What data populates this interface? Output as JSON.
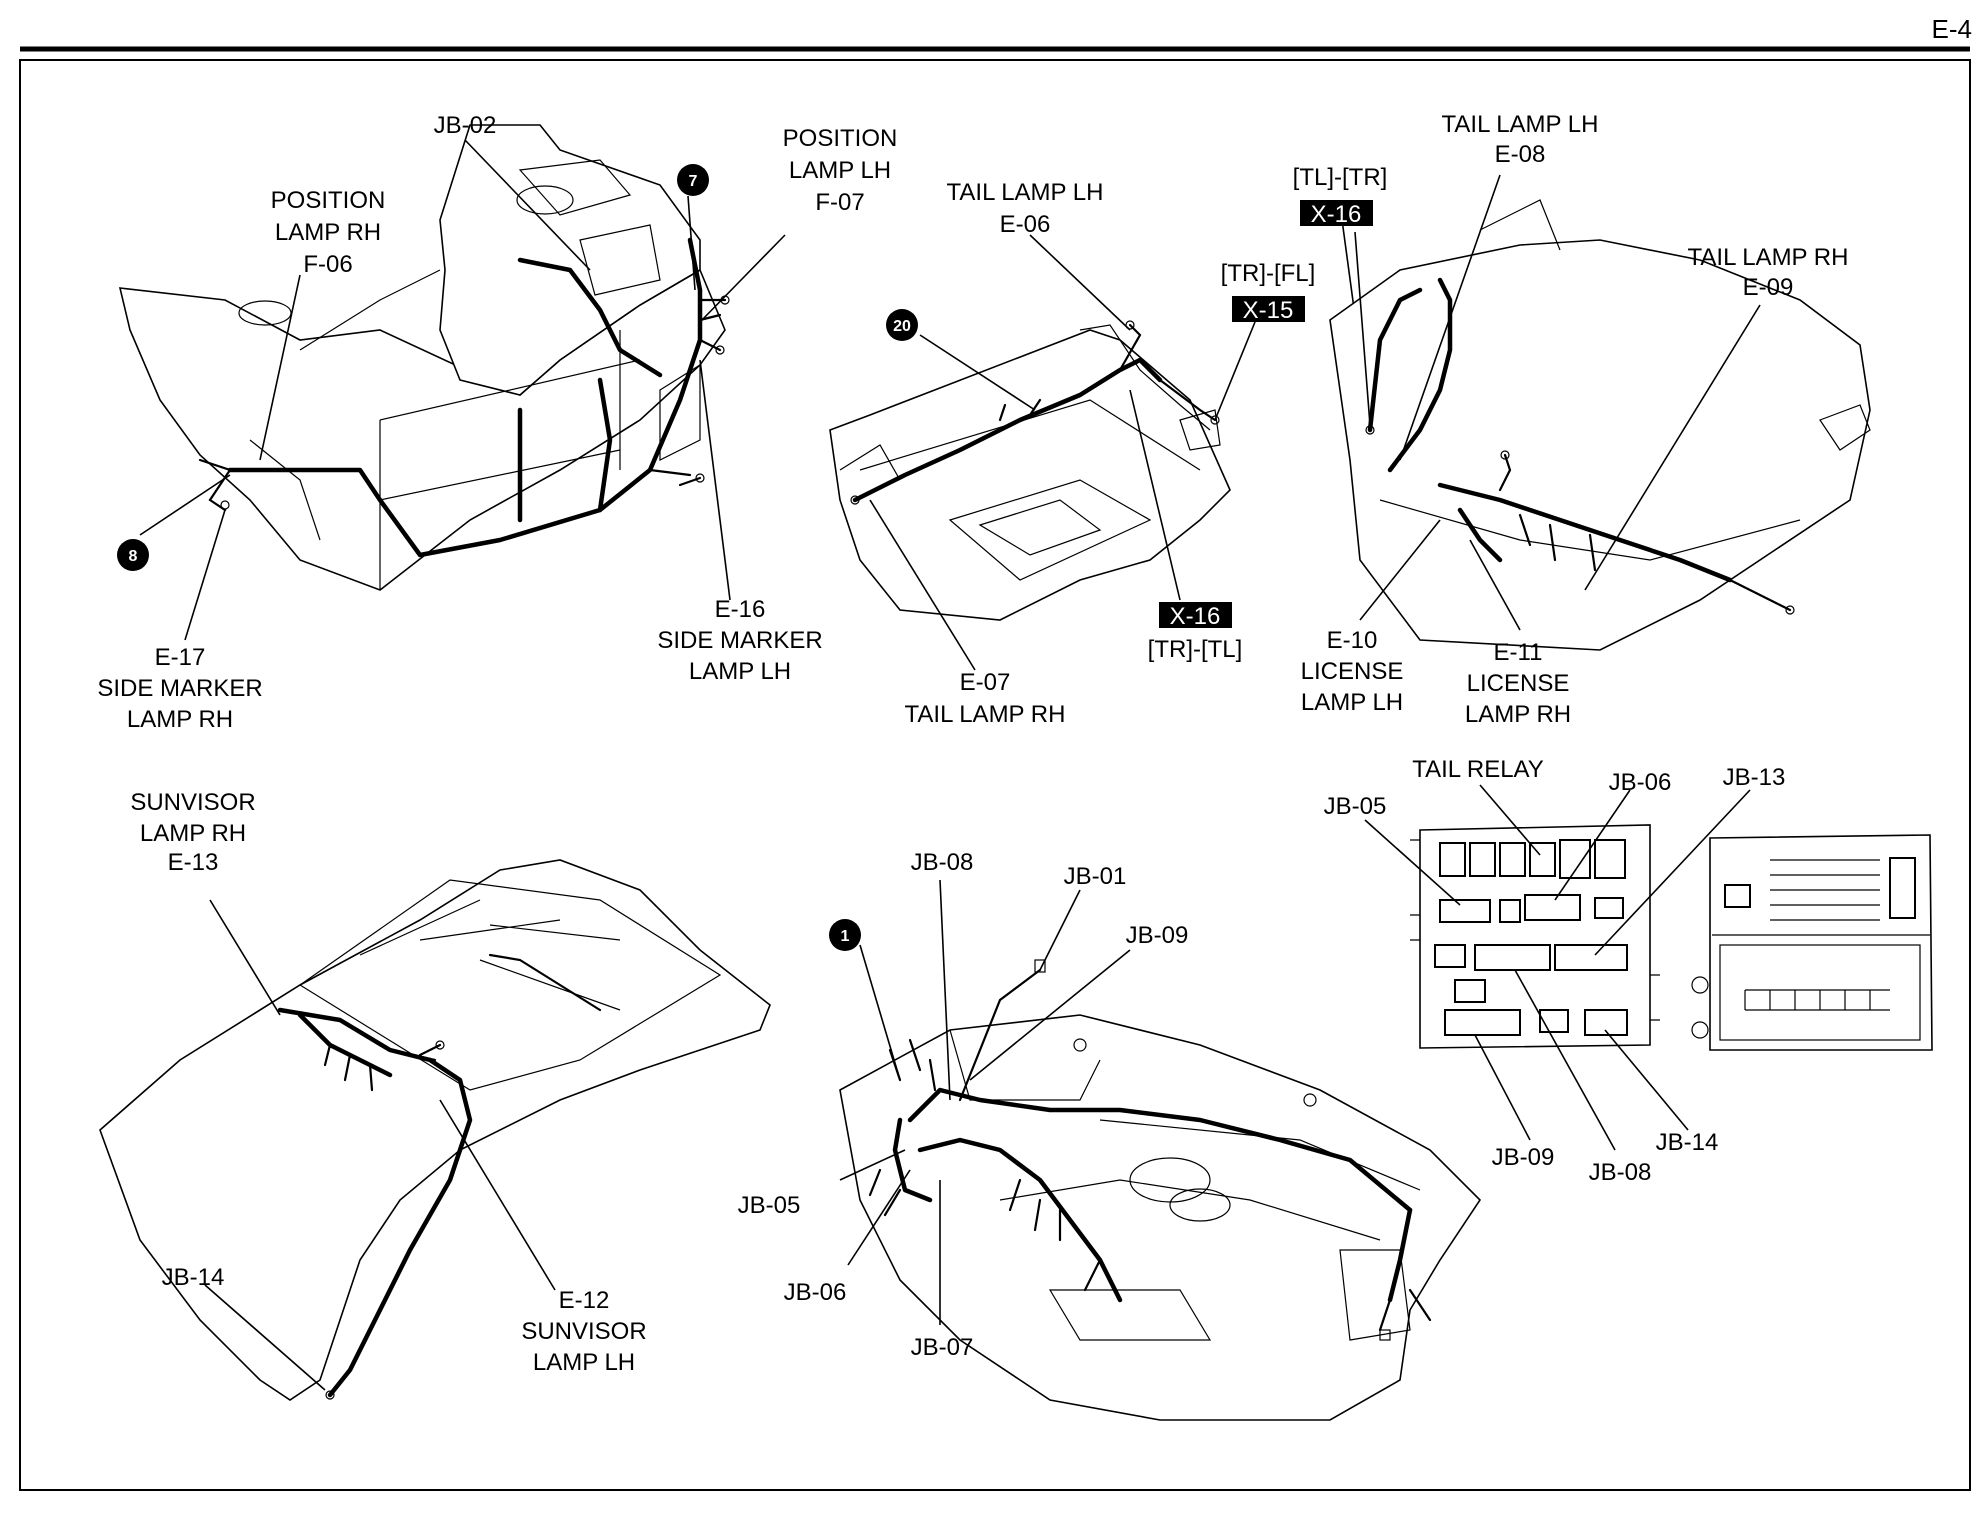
{
  "page": {
    "number": "E-4"
  },
  "labels": {
    "jb02_top": "JB-02",
    "pos_rh_1": "POSITION",
    "pos_rh_2": "LAMP RH",
    "pos_rh_3": "F-06",
    "pos_lh_1": "POSITION",
    "pos_lh_2": "LAMP LH",
    "pos_lh_3": "F-07",
    "e17_1": "E-17",
    "e17_2": "SIDE MARKER",
    "e17_3": "LAMP RH",
    "e16_1": "E-16",
    "e16_2": "SIDE MARKER",
    "e16_3": "LAMP LH",
    "tail_lh_e06_1": "TAIL LAMP LH",
    "tail_lh_e06_2": "E-06",
    "e07_1": "E-07",
    "e07_2": "TAIL LAMP RH",
    "tl_tr": "[TL]-[TR]",
    "tr_fl": "[TR]-[FL]",
    "tr_tl": "[TR]-[TL]",
    "tail_lh_e08_1": "TAIL LAMP LH",
    "tail_lh_e08_2": "E-08",
    "tail_rh_e09_1": "TAIL LAMP RH",
    "tail_rh_e09_2": "E-09",
    "e10_1": "E-10",
    "e10_2": "LICENSE",
    "e10_3": "LAMP LH",
    "e11_1": "E-11",
    "e11_2": "LICENSE",
    "e11_3": "LAMP RH",
    "sun_rh_1": "SUNVISOR",
    "sun_rh_2": "LAMP RH",
    "sun_rh_3": "E-13",
    "jb14_left": "JB-14",
    "e12_1": "E-12",
    "e12_2": "SUNVISOR",
    "e12_3": "LAMP LH",
    "jb08_dash": "JB-08",
    "jb01_dash": "JB-01",
    "jb09_dash": "JB-09",
    "jb05_dash": "JB-05",
    "jb06_dash": "JB-06",
    "jb07_dash": "JB-07",
    "tail_relay": "TAIL RELAY",
    "jb05_box": "JB-05",
    "jb06_box": "JB-06",
    "jb13_box": "JB-13",
    "jb09_box": "JB-09",
    "jb08_box": "JB-08",
    "jb14_box": "JB-14"
  },
  "connectors": {
    "x16_a": "X-16",
    "x15": "X-15",
    "x16_b": "X-16"
  },
  "ground_points": {
    "g7": "7",
    "g8": "8",
    "g20": "20",
    "g1": "1"
  }
}
